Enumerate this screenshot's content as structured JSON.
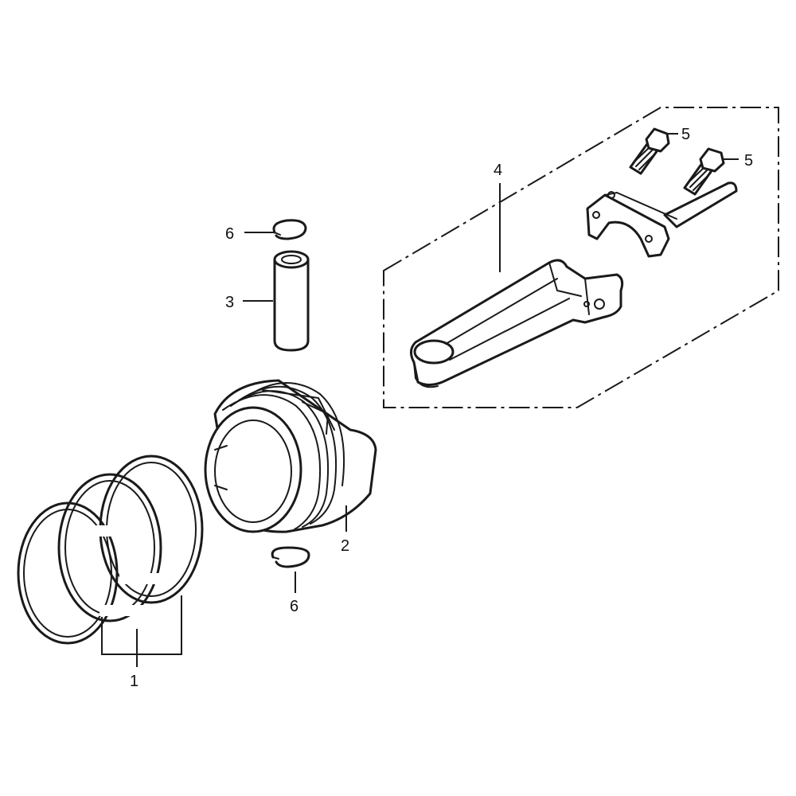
{
  "callouts": {
    "piston_ring_set": "1",
    "piston": "2",
    "piston_pin": "3",
    "connecting_rod_set": "4",
    "rod_bolt_a": "5",
    "rod_bolt_b": "5",
    "pin_clip_top": "6",
    "pin_clip_bottom": "6"
  },
  "colors": {
    "line": "#1a1a1a",
    "background": "#ffffff"
  }
}
